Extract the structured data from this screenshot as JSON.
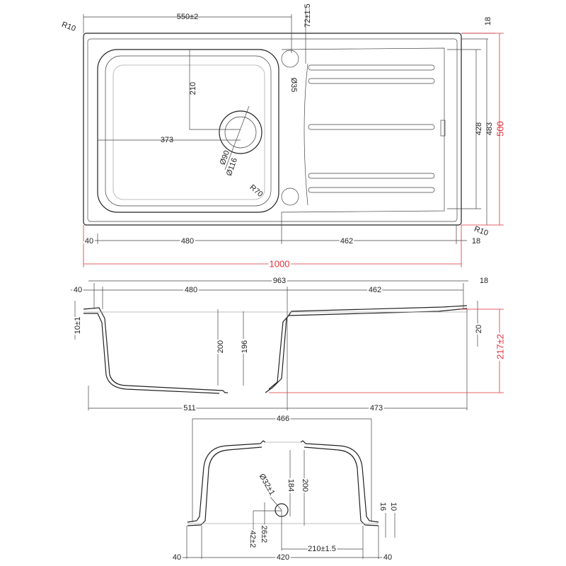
{
  "colors": {
    "line": "#222222",
    "highlight": "#e0303a"
  },
  "top_view": {
    "width_550": "550±2",
    "offset_72": "72±1.5",
    "right_18": "18",
    "radius_tl": "R10",
    "radius_br": "R10",
    "drain_y_210": "210",
    "drain_x_373": "373",
    "overflow": "Ø35",
    "drain_90": "Ø90",
    "drain_116": "Ø116",
    "corner_r70": "R70",
    "h_428": "428",
    "h_483": "483",
    "total_height": "500",
    "bottom_40": "40",
    "bottom_480": "480",
    "bottom_462": "462",
    "bottom_18": "18",
    "total_width": "1000"
  },
  "side_view": {
    "w_963": "963",
    "left_40": "40",
    "bowl_480": "480",
    "drainer_462": "462",
    "right_18": "18",
    "rim_10": "10±1",
    "depth_200": "200",
    "depth_196": "196",
    "right_20": "20",
    "total_depth": "217±2",
    "bottom_511": "511",
    "bottom_473": "473"
  },
  "front_view": {
    "w_466": "466",
    "h_184": "184",
    "h_200": "200",
    "hole": "Ø32±1",
    "h_16": "16",
    "h_10": "10",
    "d_42": "42±2",
    "d_26": "26±2",
    "d_210": "210±1.5",
    "left_40": "40",
    "mid_420": "420",
    "right_40": "40"
  }
}
